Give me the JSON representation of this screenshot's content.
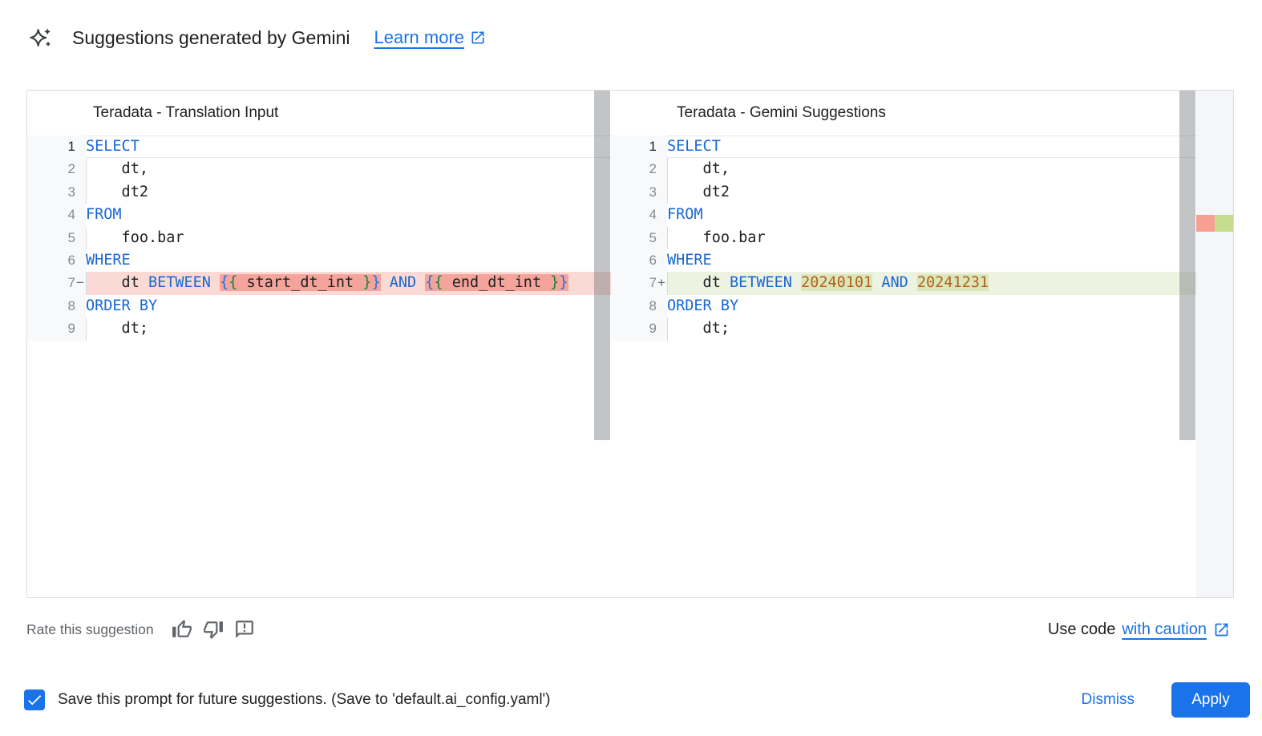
{
  "header": {
    "title": "Suggestions generated by Gemini",
    "learn_more": "Learn more"
  },
  "icons": {
    "header": "gemini-sparkle",
    "learn_more": "open-in-new",
    "rate": [
      "thumb-up",
      "thumb-down",
      "feedback"
    ],
    "caution": "open-in-new",
    "checkbox": "checkmark"
  },
  "colors": {
    "accent_blue": "#1a73e8",
    "keyword_blue": "#1967d2",
    "number_literal": "#b3611c",
    "brace_outer": "#1a73e8",
    "brace_inner": "#188038",
    "removed_line_bg": "#fbdad6",
    "removed_word_bg": "#f4a49b",
    "added_line_bg": "#eef2e1",
    "added_word_bg": "#dbe7ba",
    "ruler_removed": "#f89f93",
    "ruler_added": "#c6dd90",
    "apply_button_bg": "#1a73e8",
    "checkbox_bg": "#1a73e8"
  },
  "panels": [
    {
      "title": "Teradata - Translation Input",
      "lines": [
        {
          "num": "1",
          "mark": "",
          "cls": "current",
          "tokens": [
            [
              "kw",
              "SELECT"
            ]
          ]
        },
        {
          "num": "2",
          "mark": "",
          "cls": "guide",
          "tokens": [
            [
              "p",
              "    dt,"
            ]
          ]
        },
        {
          "num": "3",
          "mark": "",
          "cls": "guide",
          "tokens": [
            [
              "p",
              "    dt2"
            ]
          ]
        },
        {
          "num": "4",
          "mark": "",
          "cls": "",
          "tokens": [
            [
              "kw",
              "FROM"
            ]
          ]
        },
        {
          "num": "5",
          "mark": "",
          "cls": "guide",
          "tokens": [
            [
              "p",
              "    foo.bar"
            ]
          ]
        },
        {
          "num": "6",
          "mark": "",
          "cls": "",
          "tokens": [
            [
              "kw",
              "WHERE"
            ]
          ]
        },
        {
          "num": "7",
          "mark": "−",
          "cls": "removed guide",
          "tokens": [
            [
              "p",
              "    dt "
            ],
            [
              "kw",
              "BETWEEN"
            ],
            [
              "p",
              " "
            ],
            [
              "bb",
              "{",
              1
            ],
            [
              "bg",
              "{",
              1
            ],
            [
              "p",
              " start_dt_int ",
              1
            ],
            [
              "bg",
              "}",
              1
            ],
            [
              "bb",
              "}",
              1
            ],
            [
              "p",
              " "
            ],
            [
              "kw",
              "AND"
            ],
            [
              "p",
              " "
            ],
            [
              "bb",
              "{",
              1
            ],
            [
              "bg",
              "{",
              1
            ],
            [
              "p",
              " end_dt_int ",
              1
            ],
            [
              "bg",
              "}",
              1
            ],
            [
              "bb",
              "}",
              1
            ]
          ]
        },
        {
          "num": "8",
          "mark": "",
          "cls": "",
          "tokens": [
            [
              "kw",
              "ORDER BY"
            ]
          ]
        },
        {
          "num": "9",
          "mark": "",
          "cls": "guide",
          "tokens": [
            [
              "p",
              "    dt;"
            ]
          ]
        }
      ]
    },
    {
      "title": "Teradata - Gemini Suggestions",
      "lines": [
        {
          "num": "1",
          "mark": "",
          "cls": "current",
          "tokens": [
            [
              "kw",
              "SELECT"
            ]
          ]
        },
        {
          "num": "2",
          "mark": "",
          "cls": "guide",
          "tokens": [
            [
              "p",
              "    dt,"
            ]
          ]
        },
        {
          "num": "3",
          "mark": "",
          "cls": "guide",
          "tokens": [
            [
              "p",
              "    dt2"
            ]
          ]
        },
        {
          "num": "4",
          "mark": "",
          "cls": "",
          "tokens": [
            [
              "kw",
              "FROM"
            ]
          ]
        },
        {
          "num": "5",
          "mark": "",
          "cls": "guide",
          "tokens": [
            [
              "p",
              "    foo.bar"
            ]
          ]
        },
        {
          "num": "6",
          "mark": "",
          "cls": "",
          "tokens": [
            [
              "kw",
              "WHERE"
            ]
          ]
        },
        {
          "num": "7",
          "mark": "+",
          "cls": "added guide",
          "tokens": [
            [
              "p",
              "    dt "
            ],
            [
              "kw",
              "BETWEEN"
            ],
            [
              "p",
              " "
            ],
            [
              "num",
              "20240101",
              1
            ],
            [
              "p",
              " "
            ],
            [
              "kw",
              "AND"
            ],
            [
              "p",
              " "
            ],
            [
              "num",
              "20241231",
              1
            ]
          ]
        },
        {
          "num": "8",
          "mark": "",
          "cls": "",
          "tokens": [
            [
              "kw",
              "ORDER BY"
            ]
          ]
        },
        {
          "num": "9",
          "mark": "",
          "cls": "guide",
          "tokens": [
            [
              "p",
              "    dt;"
            ]
          ]
        }
      ]
    }
  ],
  "footer": {
    "rate_label": "Rate this suggestion",
    "use_code_prefix": "Use code",
    "caution_link": "with caution",
    "save_label": "Save this prompt for future suggestions. (Save to 'default.ai_config.yaml')",
    "save_checked": true
  },
  "actions": {
    "dismiss": "Dismiss",
    "apply": "Apply"
  }
}
